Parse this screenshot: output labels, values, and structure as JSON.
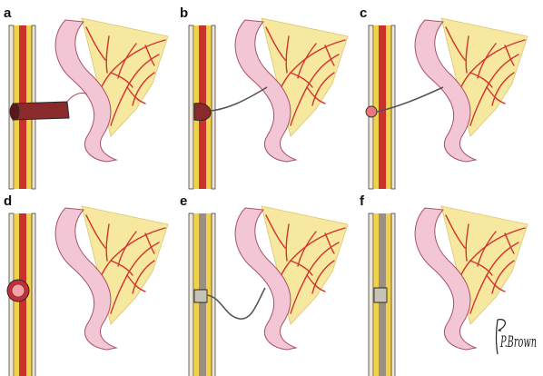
{
  "figure": {
    "panel_labels": [
      "a",
      "b",
      "c",
      "d",
      "e",
      "f"
    ],
    "signature": "P.Brown",
    "colors": {
      "fat": "#f6e79a",
      "vessel": "#d3332f",
      "bowel": "#f3c6d6",
      "bowel_edge": "#a8515f",
      "wall_yellow": "#efd24a",
      "wall_red": "#c8322a",
      "wall_grey": "#9a8f82",
      "outline": "#2a2a2a"
    },
    "panel_styles": [
      "a",
      "b",
      "c",
      "d",
      "e",
      "f"
    ]
  }
}
